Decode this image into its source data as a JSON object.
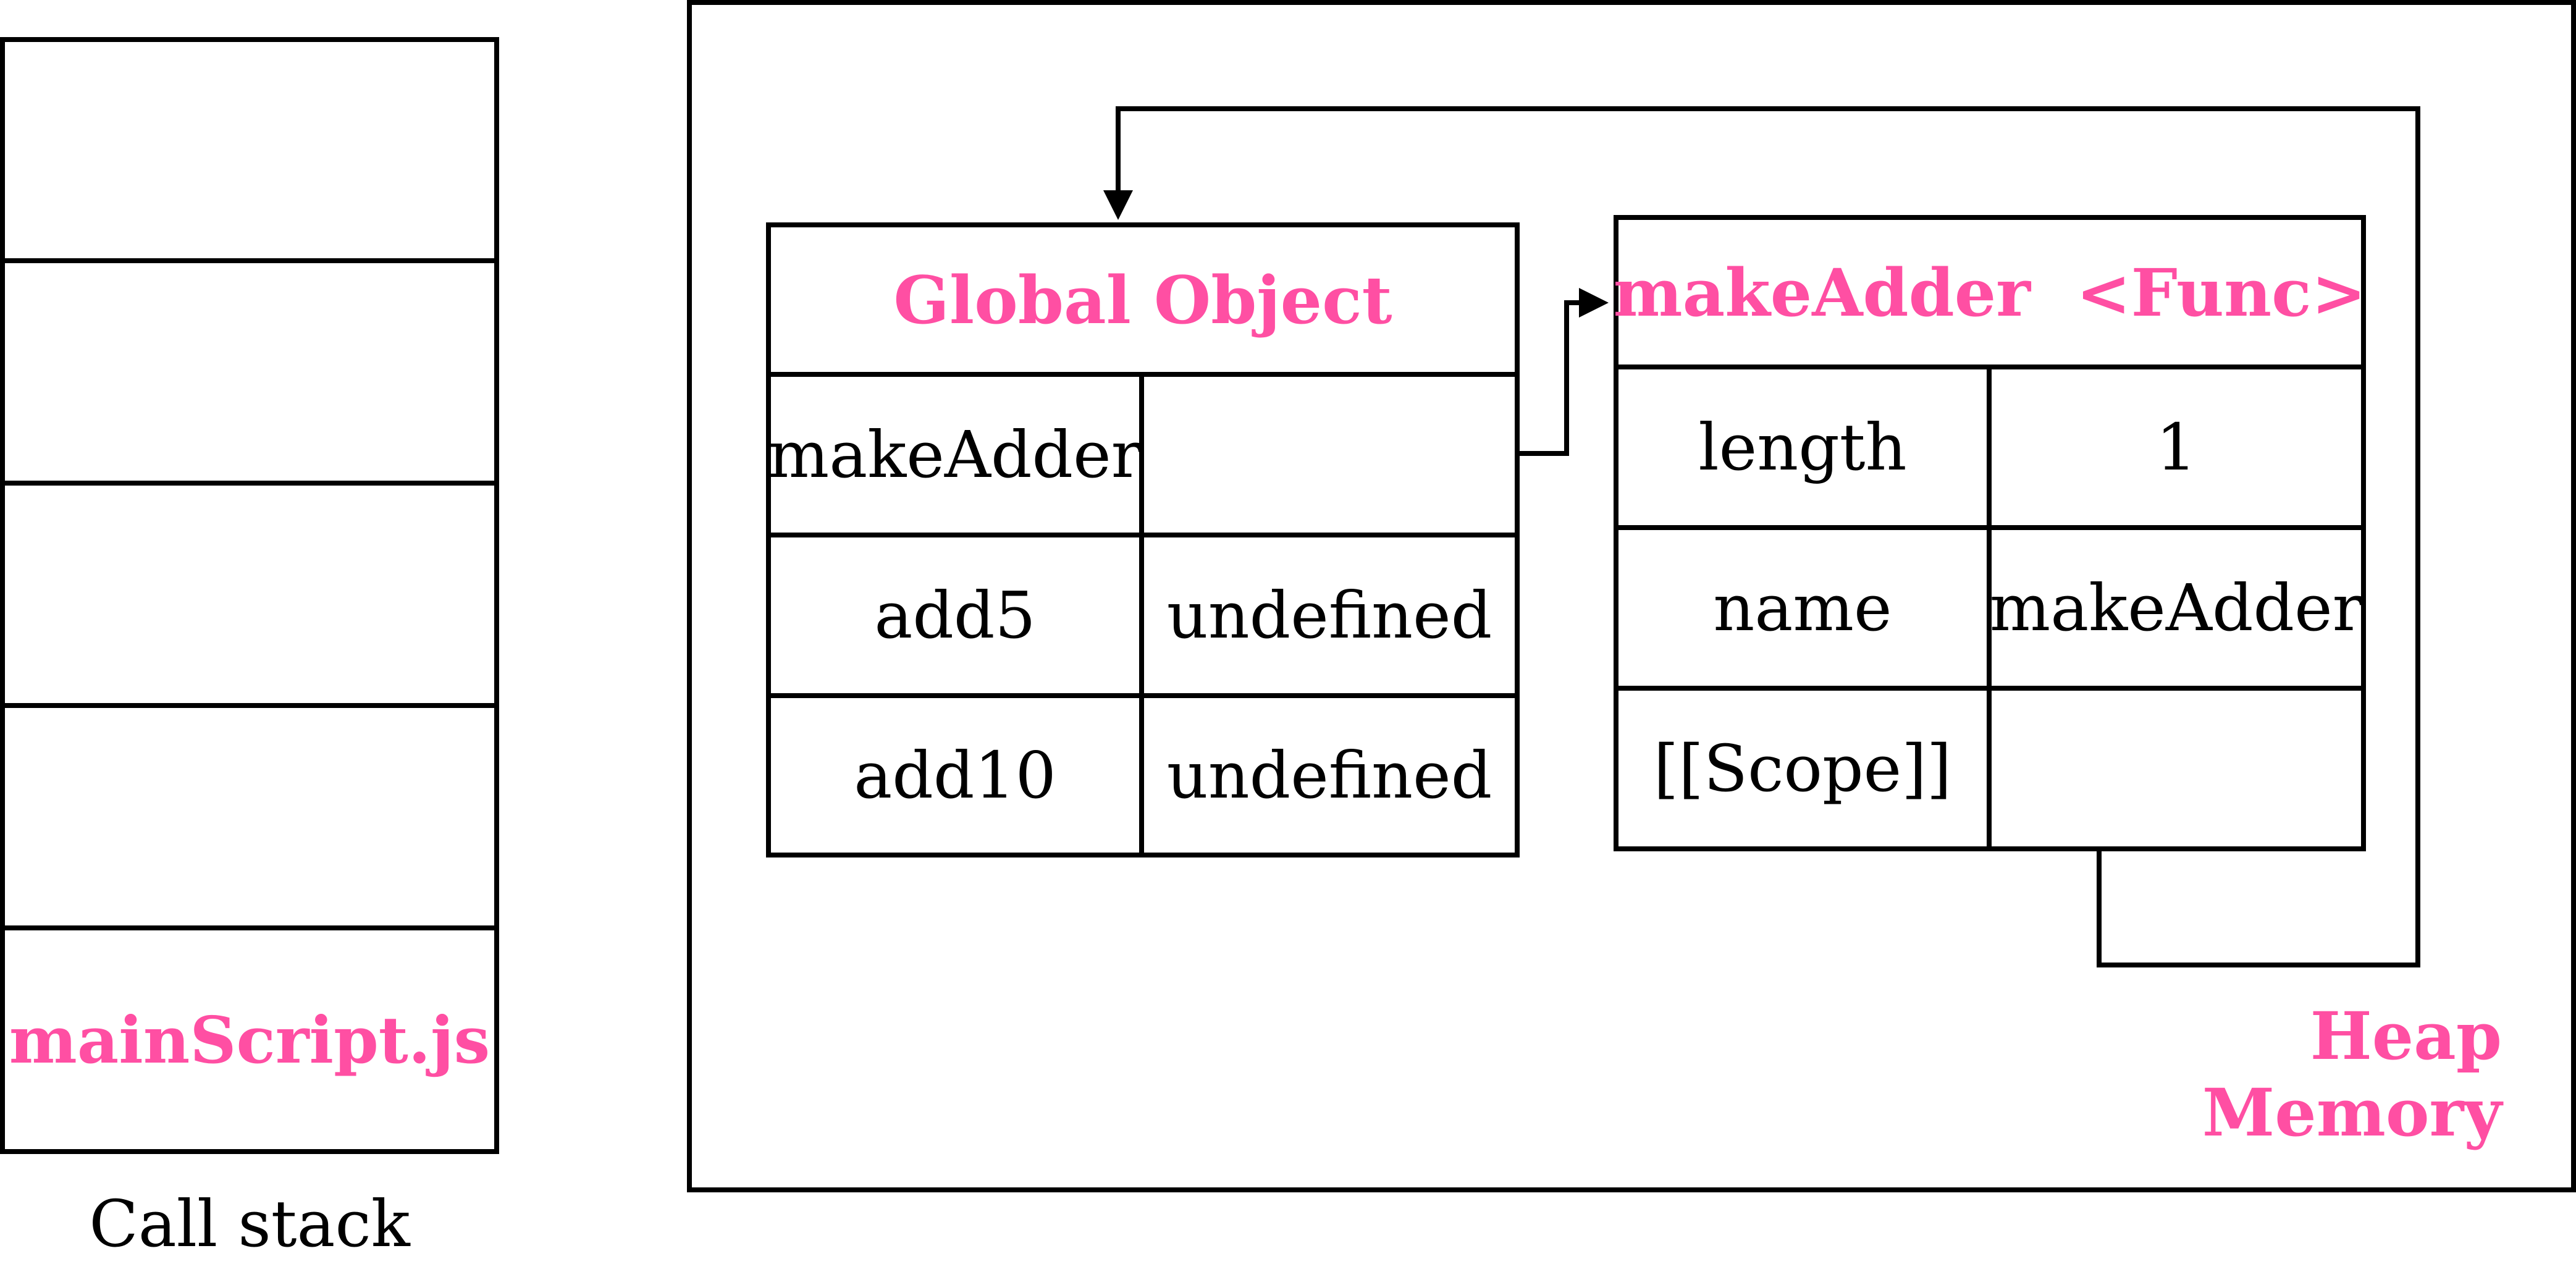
{
  "call_stack": {
    "caption": "Call stack",
    "frames": [
      "",
      "",
      "",
      "",
      "mainScript.js"
    ]
  },
  "heap": {
    "label_line1": "Heap",
    "label_line2": "Memory",
    "global_object": {
      "title": "Global Object",
      "rows": [
        {
          "key": "makeAdder",
          "value": ""
        },
        {
          "key": "add5",
          "value": "undefined"
        },
        {
          "key": "add10",
          "value": "undefined"
        }
      ]
    },
    "function_object": {
      "title": "makeAdder  <Func>",
      "rows": [
        {
          "key": "length",
          "value": "1"
        },
        {
          "key": "name",
          "value": "makeAdder"
        },
        {
          "key": "[[Scope]]",
          "value": ""
        }
      ]
    }
  },
  "colors": {
    "accent": "#ff4fa3",
    "stroke": "#000000"
  }
}
